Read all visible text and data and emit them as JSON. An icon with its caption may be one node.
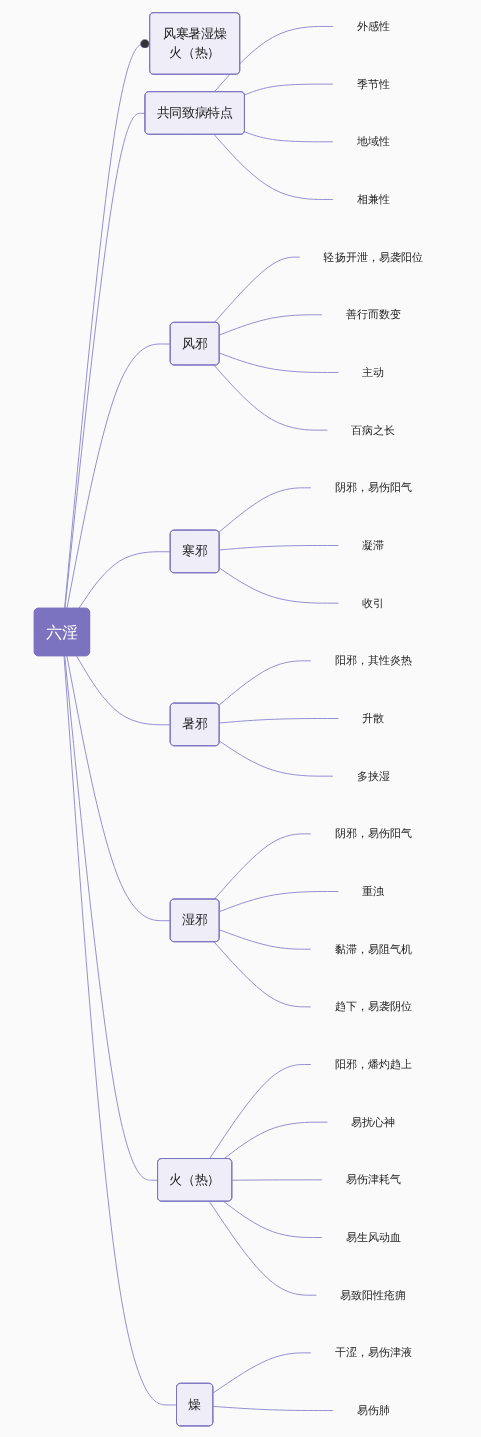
{
  "diagram": {
    "nodes": [
      {
        "text": [
          "六淫"
        ]
      },
      {
        "text": [
          "风寒暑湿燥火（热）"
        ]
      },
      {
        "text": [
          "共同致病特点"
        ]
      },
      {
        "text": [
          "外感性"
        ]
      },
      {
        "text": [
          "季节性"
        ]
      },
      {
        "text": [
          "地域性"
        ]
      },
      {
        "text": [
          "相兼性"
        ]
      },
      {
        "text": [
          "风邪"
        ]
      },
      {
        "text": [
          "轻扬开泄，易袭阳位"
        ]
      },
      {
        "text": [
          "善行而数变"
        ]
      },
      {
        "text": [
          "主动"
        ]
      },
      {
        "text": [
          "百病之长"
        ]
      },
      {
        "text": [
          "寒邪"
        ]
      },
      {
        "text": [
          "阴邪，易伤阳气"
        ]
      },
      {
        "text": [
          "凝滞"
        ]
      },
      {
        "text": [
          "收引"
        ]
      },
      {
        "text": [
          "暑邪"
        ]
      },
      {
        "text": [
          "阳邪，其性炎热"
        ]
      },
      {
        "text": [
          "升散"
        ]
      },
      {
        "text": [
          "多挟湿"
        ]
      },
      {
        "text": [
          "湿邪"
        ]
      },
      {
        "text": [
          "阴邪，易伤阳气"
        ]
      },
      {
        "text": [
          "重浊"
        ]
      },
      {
        "text": [
          "黏滞，易阻气机"
        ]
      },
      {
        "text": [
          "趋下，易袭阴位"
        ]
      },
      {
        "text": [
          "火（热）"
        ]
      },
      {
        "text": [
          "阳邪，燔灼趋上"
        ]
      },
      {
        "text": [
          "易扰心神"
        ]
      },
      {
        "text": [
          "易伤津耗气"
        ]
      },
      {
        "text": [
          "易生风动血"
        ]
      },
      {
        "text": [
          "易致阳性疮痈"
        ]
      },
      {
        "text": [
          "燥"
        ]
      },
      {
        "text": [
          "干涩，易伤津液"
        ]
      },
      {
        "text": [
          "易伤肺"
        ]
      }
    ],
    "edges": [
      {
        "from": 0,
        "to": 1,
        "arrow": "other"
      },
      {
        "from": 0,
        "to": 2,
        "arrow": "none"
      },
      {
        "from": 2,
        "to": 3,
        "arrow": "none"
      },
      {
        "from": 2,
        "to": 4,
        "arrow": "none"
      },
      {
        "from": 2,
        "to": 5,
        "arrow": "none"
      },
      {
        "from": 2,
        "to": 6,
        "arrow": "none"
      },
      {
        "from": 0,
        "to": 7,
        "arrow": "none"
      },
      {
        "from": 7,
        "to": 8,
        "arrow": "none"
      },
      {
        "from": 7,
        "to": 9,
        "arrow": "none"
      },
      {
        "from": 7,
        "to": 10,
        "arrow": "none"
      },
      {
        "from": 7,
        "to": 11,
        "arrow": "none"
      },
      {
        "from": 0,
        "to": 12,
        "arrow": "none"
      },
      {
        "from": 12,
        "to": 13,
        "arrow": "none"
      },
      {
        "from": 12,
        "to": 14,
        "arrow": "none"
      },
      {
        "from": 12,
        "to": 15,
        "arrow": "none"
      },
      {
        "from": 0,
        "to": 16,
        "arrow": "none"
      },
      {
        "from": 16,
        "to": 17,
        "arrow": "none"
      },
      {
        "from": 16,
        "to": 18,
        "arrow": "none"
      },
      {
        "from": 16,
        "to": 19,
        "arrow": "none"
      },
      {
        "from": 0,
        "to": 20,
        "arrow": "none"
      },
      {
        "from": 20,
        "to": 21,
        "arrow": "none"
      },
      {
        "from": 20,
        "to": 22,
        "arrow": "none"
      },
      {
        "from": 20,
        "to": 23,
        "arrow": "none"
      },
      {
        "from": 20,
        "to": 24,
        "arrow": "none"
      },
      {
        "from": 0,
        "to": 25,
        "arrow": "none"
      },
      {
        "from": 25,
        "to": 26,
        "arrow": "none"
      },
      {
        "from": 25,
        "to": 27,
        "arrow": "none"
      },
      {
        "from": 25,
        "to": 28,
        "arrow": "none"
      },
      {
        "from": 25,
        "to": 29,
        "arrow": "none"
      },
      {
        "from": 25,
        "to": 30,
        "arrow": "none"
      },
      {
        "from": 0,
        "to": 31,
        "arrow": "none"
      },
      {
        "from": 31,
        "to": 32,
        "arrow": "none"
      },
      {
        "from": 31,
        "to": 33,
        "arrow": "none"
      }
    ]
  }
}
